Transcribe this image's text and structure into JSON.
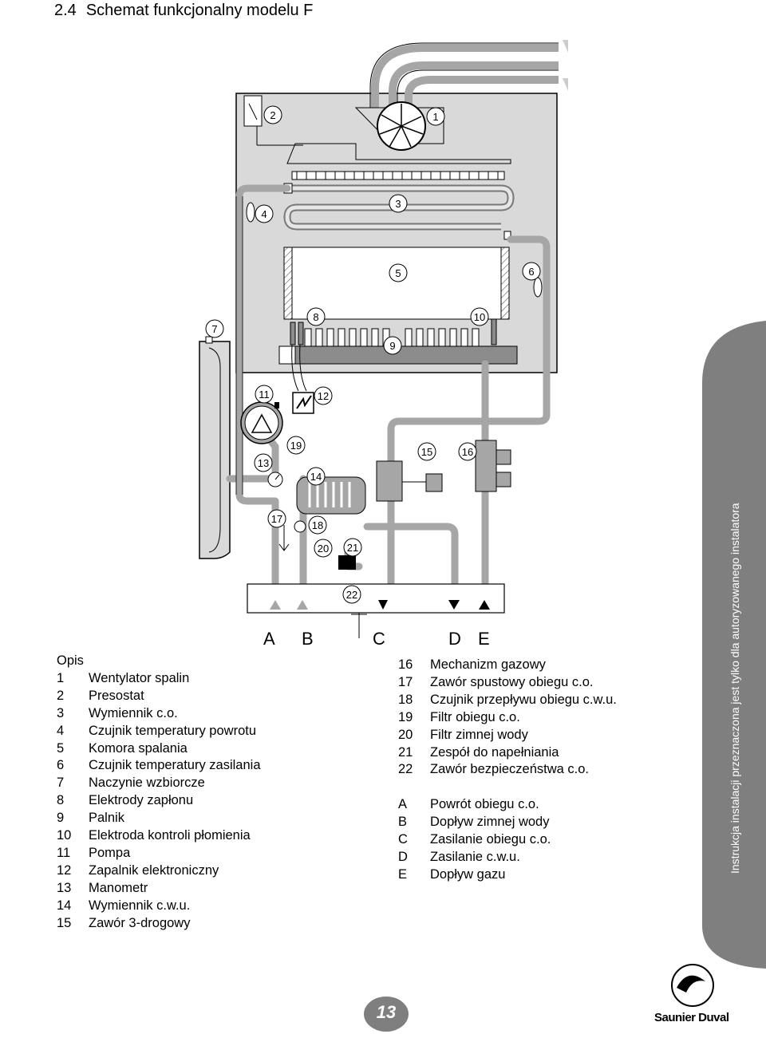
{
  "section": {
    "number": "2.4",
    "title": "Schemat funkcjonalny modelu F"
  },
  "callouts": [
    "1",
    "2",
    "3",
    "4",
    "5",
    "6",
    "7",
    "8",
    "9",
    "10",
    "11",
    "12",
    "13",
    "14",
    "15",
    "16",
    "17",
    "18",
    "19",
    "20",
    "21",
    "22"
  ],
  "connections": [
    "A",
    "B",
    "C",
    "D",
    "E"
  ],
  "legend_heading": "Opis",
  "legend_left": [
    {
      "k": "1",
      "v": "Wentylator spalin"
    },
    {
      "k": "2",
      "v": "Presostat"
    },
    {
      "k": "3",
      "v": "Wymiennik c.o."
    },
    {
      "k": "4",
      "v": "Czujnik temperatury powrotu"
    },
    {
      "k": "5",
      "v": "Komora spalania"
    },
    {
      "k": "6",
      "v": "Czujnik temperatury zasilania"
    },
    {
      "k": "7",
      "v": "Naczynie wzbiorcze"
    },
    {
      "k": "8",
      "v": "Elektrody zapłonu"
    },
    {
      "k": "9",
      "v": "Palnik"
    },
    {
      "k": "10",
      "v": "Elektroda kontroli płomienia"
    },
    {
      "k": "11",
      "v": "Pompa"
    },
    {
      "k": "12",
      "v": "Zapalnik elektroniczny"
    },
    {
      "k": "13",
      "v": "Manometr"
    },
    {
      "k": "14",
      "v": "Wymiennik c.w.u."
    },
    {
      "k": "15",
      "v": "Zawór 3-drogowy"
    }
  ],
  "legend_right": [
    {
      "k": "16",
      "v": "Mechanizm gazowy"
    },
    {
      "k": "17",
      "v": "Zawór spustowy obiegu c.o."
    },
    {
      "k": "18",
      "v": "Czujnik przepływu obiegu c.w.u."
    },
    {
      "k": "19",
      "v": "Filtr obiegu c.o."
    },
    {
      "k": "20",
      "v": "Filtr zimnej wody"
    },
    {
      "k": "21",
      "v": "Zespół do napełniania"
    },
    {
      "k": "22",
      "v": "Zawór bezpieczeństwa c.o."
    }
  ],
  "legend_connections": [
    {
      "k": "A",
      "v": "Powrót obiegu c.o."
    },
    {
      "k": "B",
      "v": "Dopływ zimnej wody"
    },
    {
      "k": "C",
      "v": "Zasilanie obiegu c.o."
    },
    {
      "k": "D",
      "v": "Zasilanie c.w.u."
    },
    {
      "k": "E",
      "v": "Dopływ gazu"
    }
  ],
  "side_note": "Instrukcja instalacji przeznaczona jest tylko dla autoryzowanego instalatora",
  "page_number": "13",
  "brand": "Saunier Duval",
  "colors": {
    "panel": "#d9d9d9",
    "pipe": "#a6a6a6",
    "dark_gray": "#8c8c8c",
    "tab": "#7f7f7f"
  }
}
